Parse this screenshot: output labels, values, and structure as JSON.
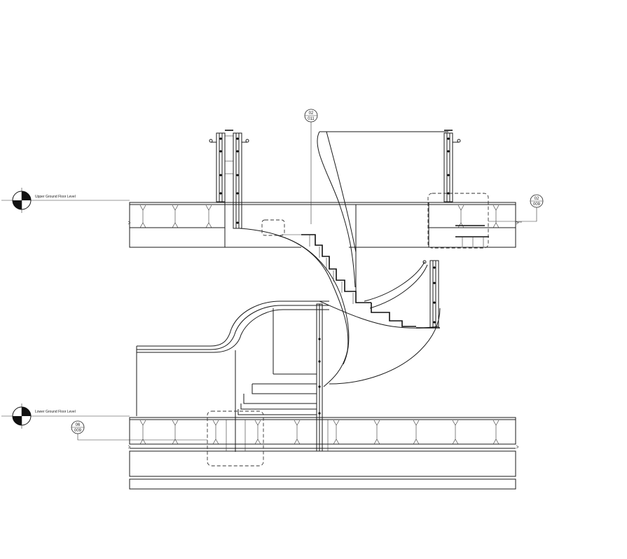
{
  "levels": {
    "upper": "Upper Ground Floor Level",
    "lower": "Lower Ground Floor Level"
  },
  "section_tags": [
    {
      "top": "02",
      "bottom": "011"
    },
    {
      "top": "02",
      "bottom": "009"
    },
    {
      "top": "06",
      "bottom": "009"
    }
  ],
  "colors": {
    "line": "#1a1a1a",
    "concrete": "#f3f3f3"
  }
}
